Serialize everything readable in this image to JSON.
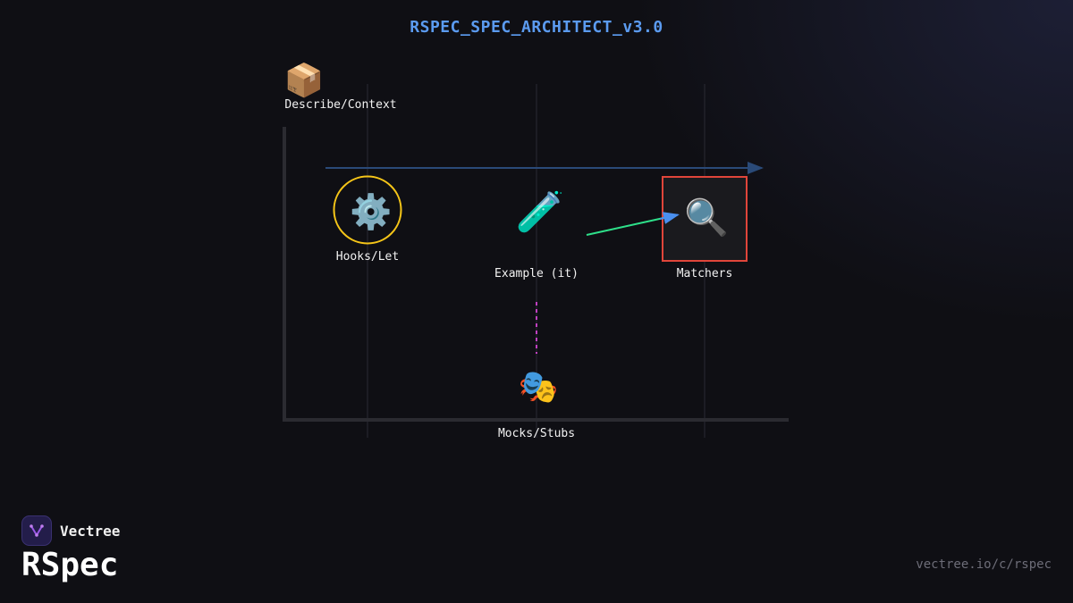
{
  "title": "RSPEC_SPEC_ARCHITECT_v3.0",
  "nodes": {
    "describe": {
      "label": "Describe/Context",
      "icon": "package-icon",
      "glyph": "📦"
    },
    "hooks": {
      "label": "Hooks/Let",
      "icon": "gear-icon",
      "glyph": "⚙️"
    },
    "example": {
      "label": "Example (it)",
      "icon": "test-tube-icon",
      "glyph": "🧪"
    },
    "matchers": {
      "label": "Matchers",
      "icon": "magnifier-icon",
      "glyph": "🔍"
    },
    "mocks": {
      "label": "Mocks/Stubs",
      "icon": "theater-masks-icon",
      "glyph": "🎭"
    }
  },
  "colors": {
    "title": "#5b9bf0",
    "hooks_ring": "#f5c518",
    "matchers_box": "#e0453a",
    "flow_arrow": "#2a4a78",
    "example_to_matchers": "#2ee08a",
    "arrow_head": "#4a90f0",
    "mocks_link": "#c040c0"
  },
  "brand": {
    "name": "Vectree",
    "logo_icon": "vectree-logo-icon"
  },
  "course_title": "RSpec",
  "url": "vectree.io/c/rspec"
}
